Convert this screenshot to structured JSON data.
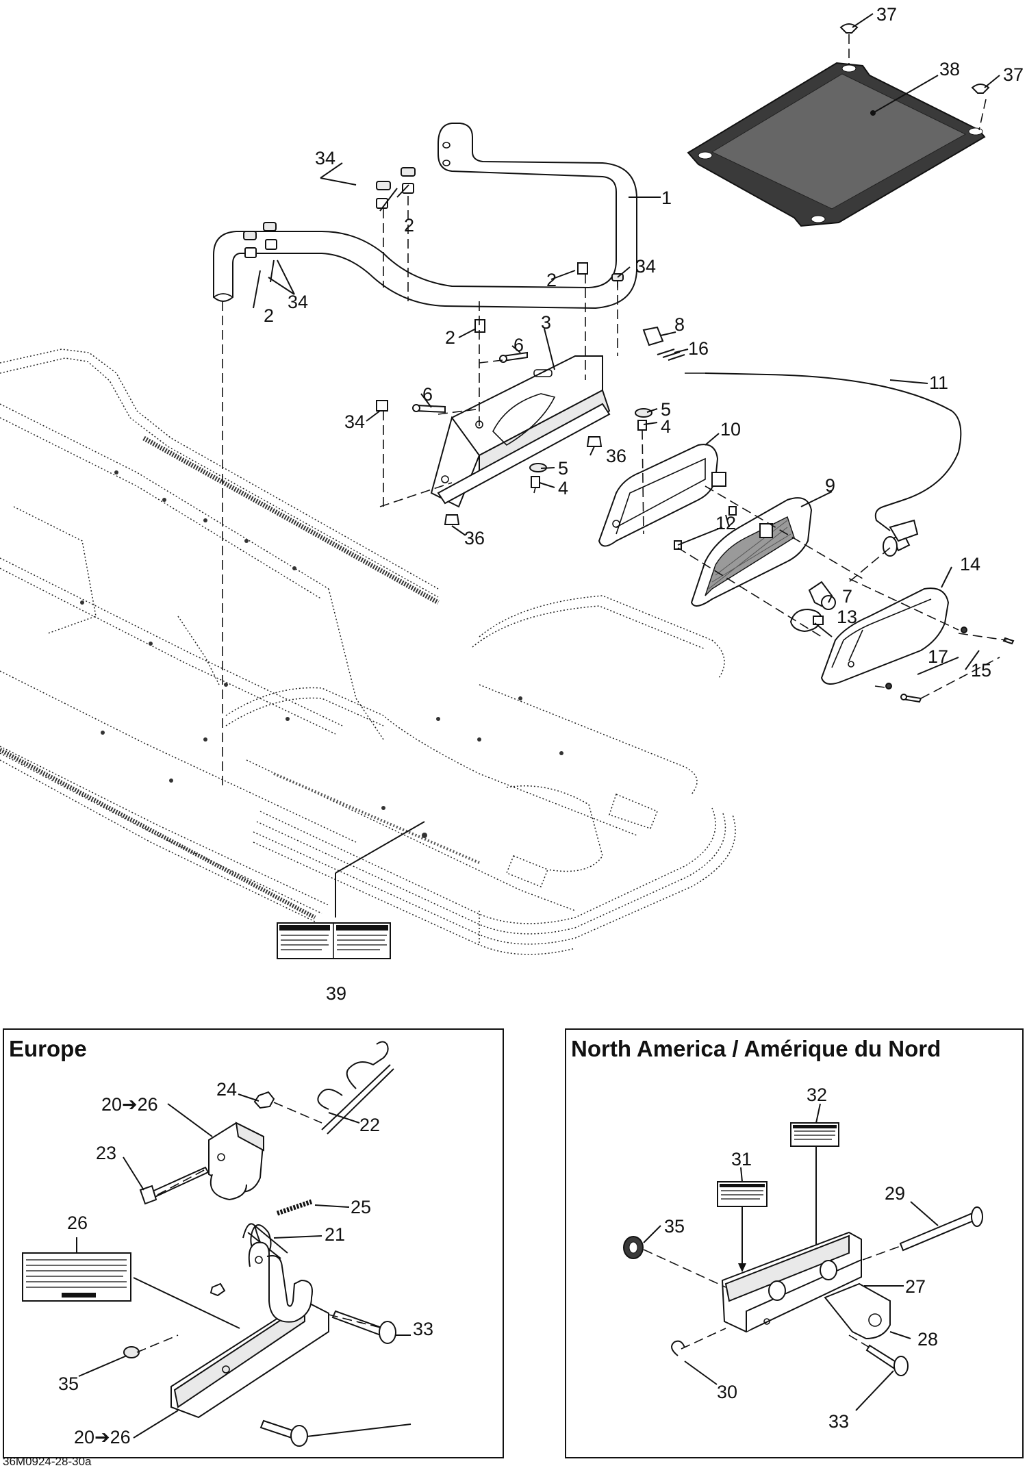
{
  "boxes": {
    "europe": {
      "title": "Europe"
    },
    "north_america": {
      "title": "North America / Amérique du Nord"
    }
  },
  "callouts": {
    "c1": "1",
    "c2a": "2",
    "c2b": "2",
    "c2c": "2",
    "c2d": "2",
    "c3": "3",
    "c4a": "4",
    "c4b": "4",
    "c5a": "5",
    "c5b": "5",
    "c6a": "6",
    "c6b": "6",
    "c7": "7",
    "c8": "8",
    "c9": "9",
    "c10": "10",
    "c11": "11",
    "c12": "12",
    "c13": "13",
    "c14": "14",
    "c15": "15",
    "c16": "16",
    "c17": "17",
    "c20a": "20➔26",
    "c20b": "20➔26",
    "c21": "21",
    "c22": "22",
    "c23": "23",
    "c24": "24",
    "c25": "25",
    "c26": "26",
    "c27": "27",
    "c28": "28",
    "c29": "29",
    "c30": "30",
    "c31": "31",
    "c32": "32",
    "c33a": "33",
    "c33b": "33",
    "c34a": "34",
    "c34b": "34",
    "c34c": "34",
    "c34d": "34",
    "c35a": "35",
    "c35b": "35",
    "c36a": "36",
    "c36b": "36",
    "c37a": "37",
    "c37b": "37",
    "c38": "38",
    "c39": "39"
  },
  "drawing_code": "36M0924-28-30a"
}
